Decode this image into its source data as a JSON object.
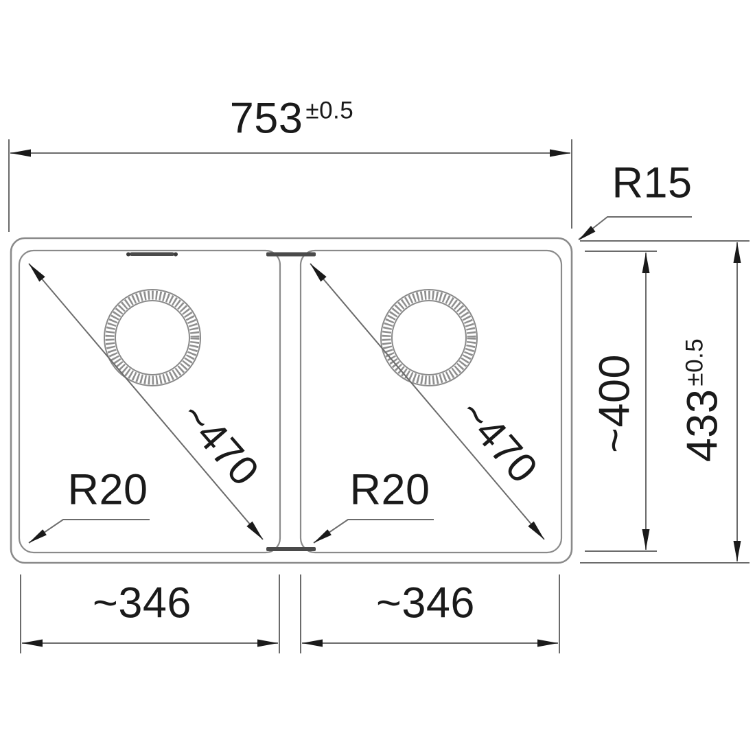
{
  "drawing": {
    "description": "double-bowl sink dimensional drawing",
    "labels": {
      "overall_width": {
        "value": "753",
        "tolerance": "±0.5"
      },
      "overall_depth": {
        "value": "433",
        "tolerance": "±0.5"
      },
      "outer_corner_radius": "R15",
      "bowl_inner_depth": "~400",
      "left_bowl": {
        "diagonal": "~470",
        "corner_radius": "R20",
        "width": "~346"
      },
      "right_bowl": {
        "diagonal": "~470",
        "corner_radius": "R20",
        "width": "~346"
      }
    },
    "colors": {
      "outline_gray": "#8a8a8a",
      "dimension_gray": "#6b6b6b",
      "arrow_black": "#1a1a1a",
      "text_black": "#1a1a1a",
      "detail_dark_gray": "#4a4a4a",
      "background": "#ffffff"
    }
  }
}
